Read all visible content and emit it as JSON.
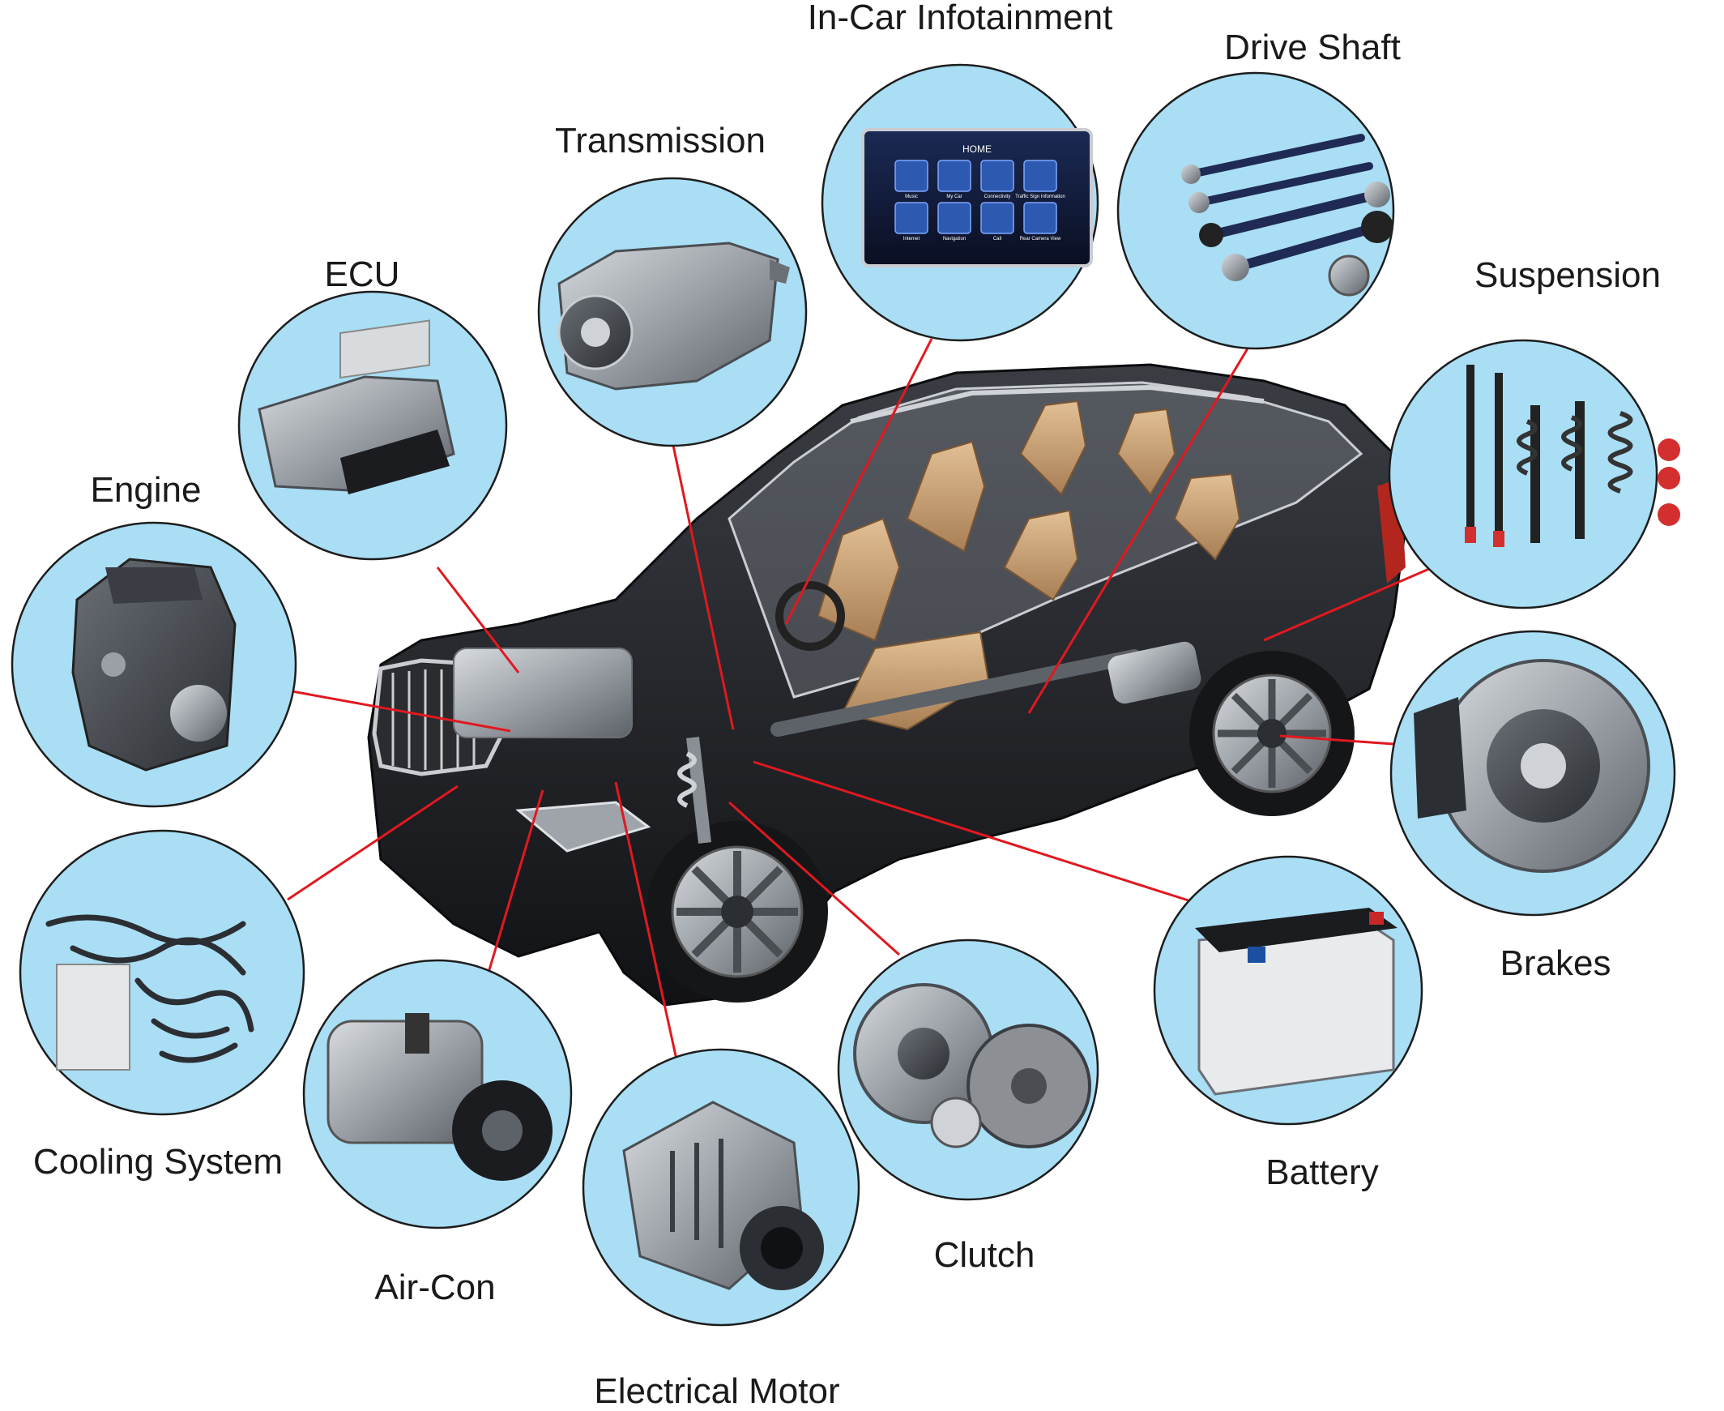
{
  "diagram": {
    "components": [
      {
        "id": "infotainment",
        "label": "In-Car Infotainment",
        "icon": "infotainment-screen-icon"
      },
      {
        "id": "driveshaft",
        "label": "Drive Shaft",
        "icon": "drive-shaft-icon"
      },
      {
        "id": "transmission",
        "label": "Transmission",
        "icon": "transmission-icon"
      },
      {
        "id": "ecu",
        "label": "ECU",
        "icon": "ecu-module-icon"
      },
      {
        "id": "suspension",
        "label": "Suspension",
        "icon": "suspension-shock-icon"
      },
      {
        "id": "engine",
        "label": "Engine",
        "icon": "engine-block-icon"
      },
      {
        "id": "brakes",
        "label": "Brakes",
        "icon": "brake-disc-icon"
      },
      {
        "id": "cooling",
        "label": "Cooling System",
        "icon": "cooling-hoses-icon"
      },
      {
        "id": "battery",
        "label": "Battery",
        "icon": "car-battery-icon"
      },
      {
        "id": "clutch",
        "label": "Clutch",
        "icon": "clutch-kit-icon"
      },
      {
        "id": "aircon",
        "label": "Air-Con",
        "icon": "ac-compressor-icon"
      },
      {
        "id": "motor",
        "label": "Electrical Motor",
        "icon": "alternator-motor-icon"
      }
    ],
    "car_icon": "cutaway-suv-icon",
    "colors": {
      "bubble_fill": "#a9def4",
      "bubble_outline": "#1d1d1d",
      "leader_line": "#e0191f",
      "car_body": "#1c1e22",
      "interior": "#cfa77c",
      "part_metal": "#9aa0a6"
    },
    "infotainment_screen": {
      "header": "HOME",
      "apps": [
        "Music",
        "My Car",
        "Connectivity",
        "Traffic Sign Information",
        "Internet",
        "Navigation",
        "Call",
        "Rear Camera View"
      ]
    }
  }
}
